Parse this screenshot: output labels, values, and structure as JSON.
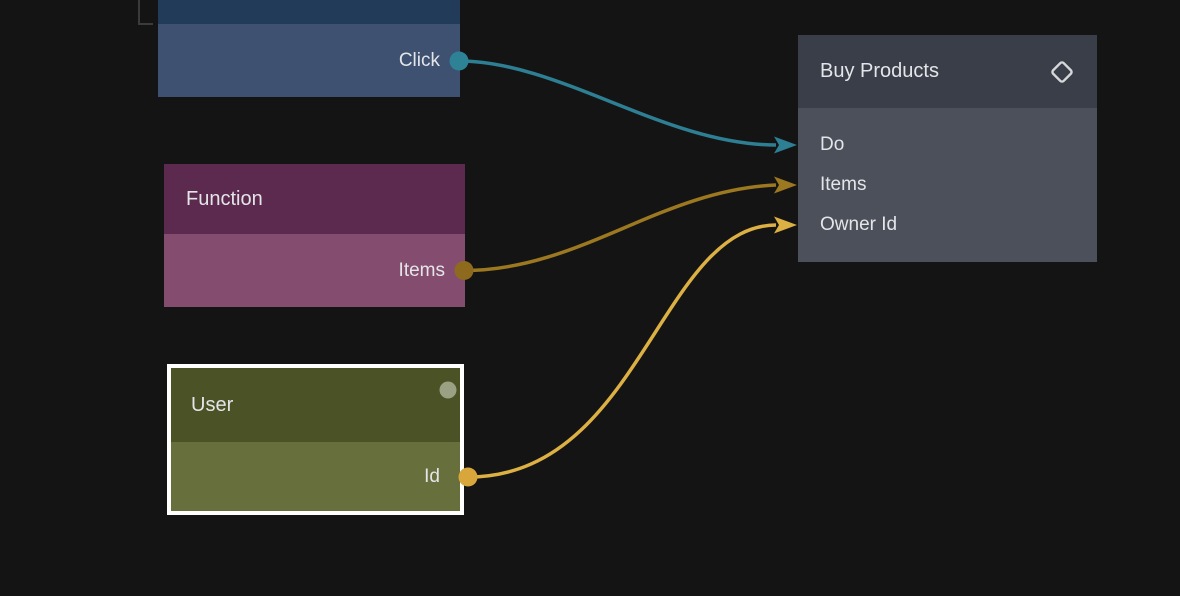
{
  "canvas": {
    "background_color": "#141414"
  },
  "nodes": {
    "event": {
      "output_port": {
        "label": "Click",
        "color": "#2e8296"
      },
      "header_color": "#223b58",
      "body_color": "#3e5170"
    },
    "function": {
      "title": "Function",
      "output_port": {
        "label": "Items",
        "color": "#8d6a1d"
      },
      "header_color": "#5c2a4e",
      "body_color": "#844d6f"
    },
    "user": {
      "title": "User",
      "selected": true,
      "selection_border_color": "#ffffff",
      "status_dot_color": "#99a084",
      "output_port": {
        "label": "Id",
        "color": "#d9a63b"
      },
      "header_color": "#4a5226",
      "body_color": "#67703c"
    },
    "buy_products": {
      "title": "Buy Products",
      "icon": "diamond-icon",
      "icon_color": "#d5d7da",
      "header_color": "#3a3e48",
      "body_color": "#4c505a",
      "inputs": [
        {
          "label": "Do",
          "color": "#2e7f94"
        },
        {
          "label": "Items",
          "color": "#9c7820"
        },
        {
          "label": "Owner Id",
          "color": "#ddb043"
        }
      ]
    }
  },
  "connections": [
    {
      "from_node": "event",
      "from_port": "Click",
      "to_node": "buy_products",
      "to_port": "Do",
      "color": "#2e7f94"
    },
    {
      "from_node": "function",
      "from_port": "Items",
      "to_node": "buy_products",
      "to_port": "Items",
      "color": "#9c7820"
    },
    {
      "from_node": "user",
      "from_port": "Id",
      "to_node": "buy_products",
      "to_port": "Owner Id",
      "color": "#ddb043"
    }
  ]
}
